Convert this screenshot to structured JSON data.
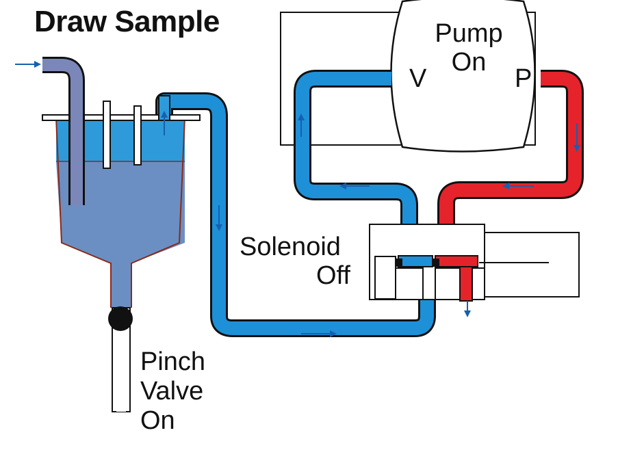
{
  "title": "Draw Sample",
  "pump": {
    "line1": "Pump",
    "line2": "On",
    "vacuum_port": "V",
    "pressure_port": "P"
  },
  "solenoid": {
    "line1": "Solenoid",
    "line2": "Off"
  },
  "pinch_valve": {
    "line1": "Pinch",
    "line2": "Valve",
    "line3": "On"
  },
  "colors": {
    "vacuum_line": "#1e90d8",
    "pressure_line": "#e5232b",
    "liquid": "#6b8fc2",
    "headspace": "#2f9ad9",
    "outline": "#111111",
    "arrow": "#1560b0"
  }
}
